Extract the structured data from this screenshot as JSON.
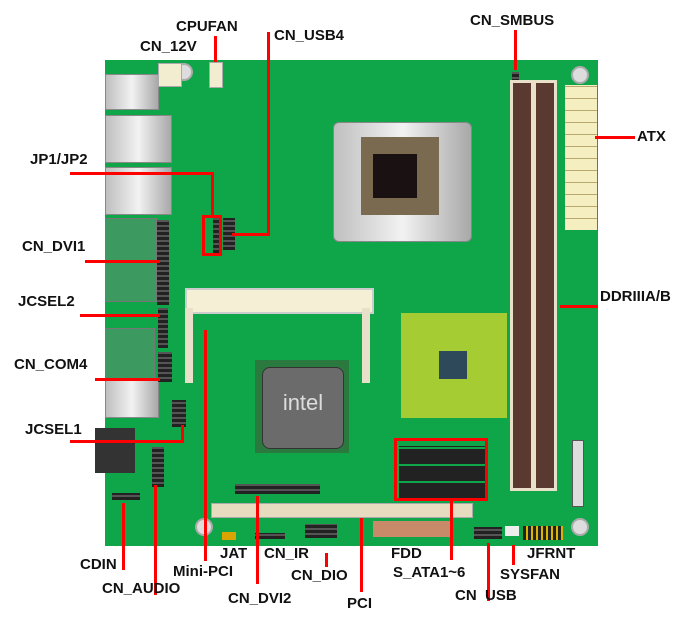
{
  "labels": {
    "cpufan": "CPUFAN",
    "cn_12v": "CN_12V",
    "cn_usb4": "CN_USB4",
    "cn_smbus": "CN_SMBUS",
    "atx": "ATX",
    "jp1_jp2": "JP1/JP2",
    "cn_dvi1": "CN_DVI1",
    "jcsel2": "JCSEL2",
    "cn_com4": "CN_COM4",
    "jcsel1": "JCSEL1",
    "ddriiia_b": "DDRIIIA/B",
    "cdin": "CDIN",
    "cn_audio": "CN_AUDIO",
    "mini_pci": "Mini-PCI",
    "jat": "JAT",
    "cn_ir": "CN_IR",
    "cn_dvi2": "CN_DVI2",
    "cn_dio": "CN_DIO",
    "pci": "PCI",
    "fdd": "FDD",
    "s_ata": "S_ATA1~6",
    "cn_usb": "CN  USB",
    "sysfan": "SYSFAN",
    "jfrnt": "JFRNT"
  },
  "chip_logo": "intel",
  "colors": {
    "board": "#0fa64a",
    "callout": "#ff0000"
  }
}
